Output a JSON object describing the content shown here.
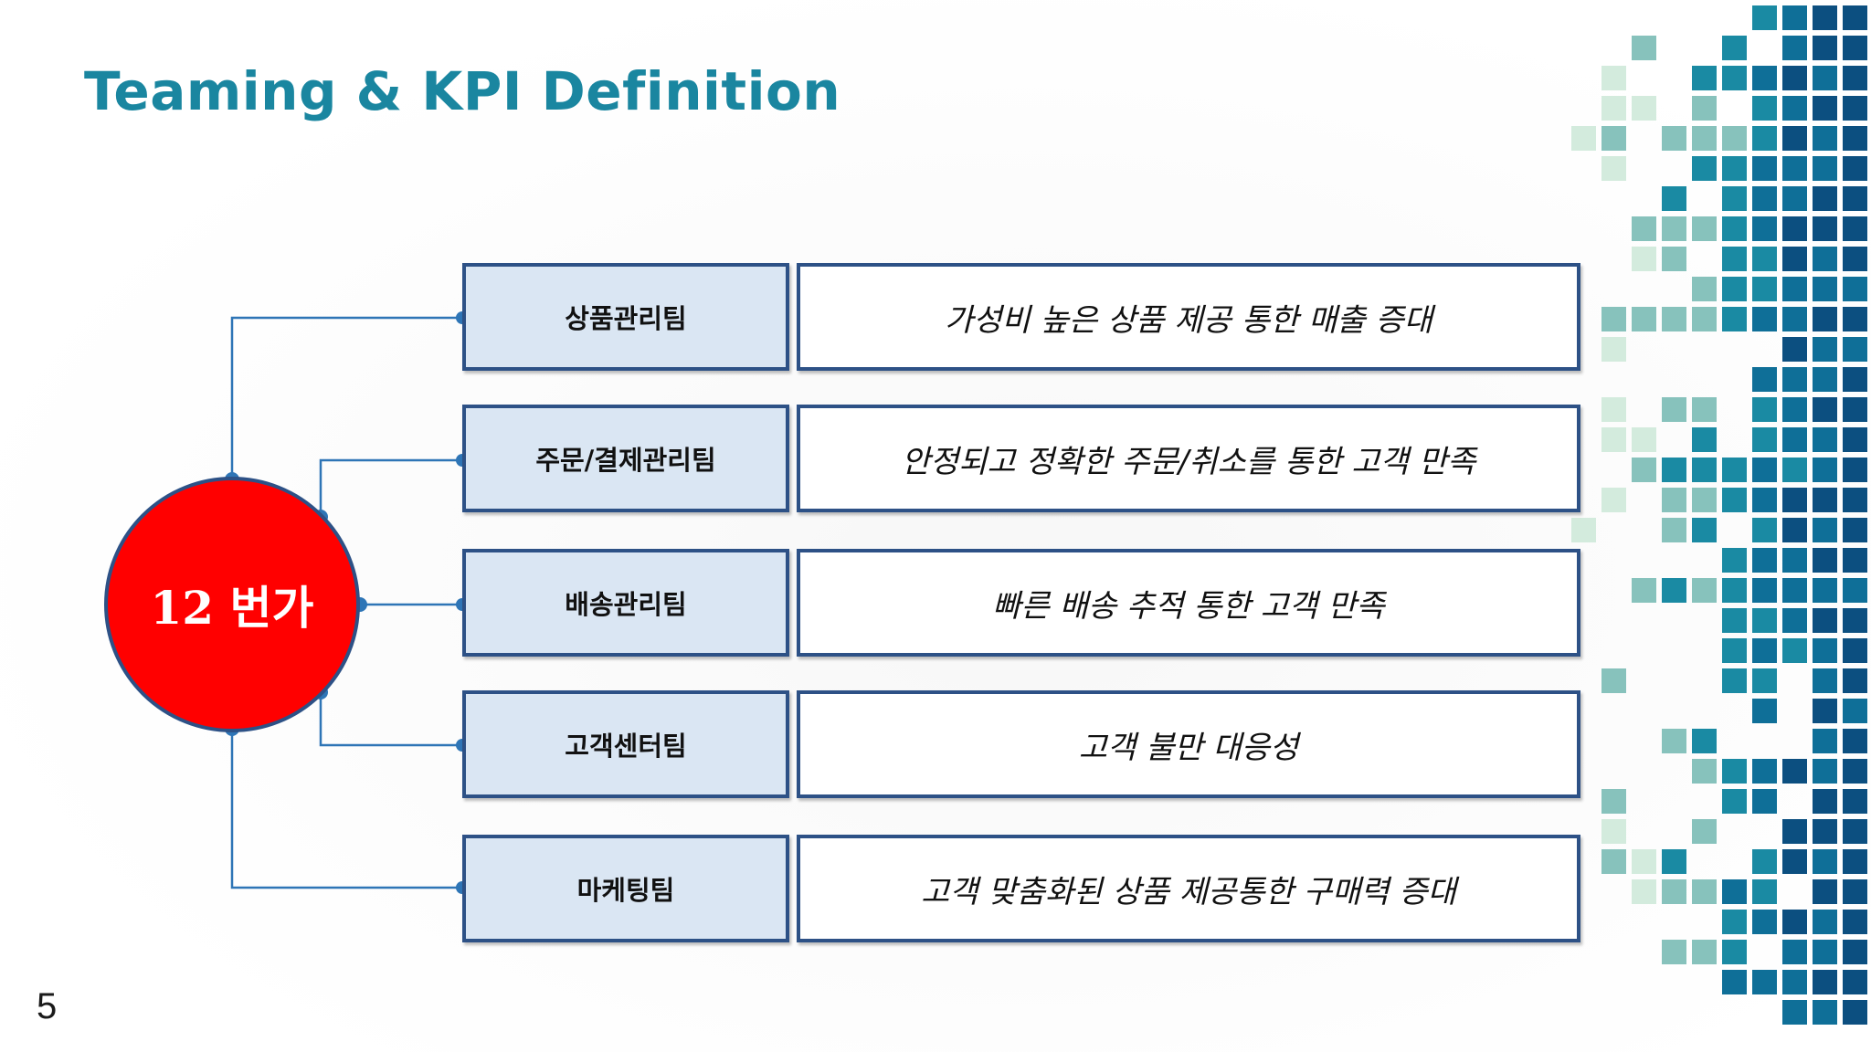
{
  "slide": {
    "title": "Teaming & KPI Definition",
    "page_number": "5"
  },
  "hub": {
    "label": "12 번가"
  },
  "teams": [
    {
      "name": "상품관리팀",
      "kpi": "가성비 높은 상품 제공 통한 매출 증대"
    },
    {
      "name": "주문/결제관리팀",
      "kpi": "안정되고 정확한 주문/취소를 통한 고객 만족"
    },
    {
      "name": "배송관리팀",
      "kpi": "빠른 배송 추적 통한 고객 만족"
    },
    {
      "name": "고객센터팀",
      "kpi": "고객 불만 대응성"
    },
    {
      "name": "마케팅팀",
      "kpi": "고객 맞춤화된 상품 제공통한 구매력 증대"
    }
  ],
  "colors": {
    "title": "#1a86a0",
    "hub_fill": "#ff0000",
    "outline": "#2d5186",
    "team_box_fill": "#dae6f3",
    "connector": "#2e75b6",
    "mosaic": [
      "#d3ebdd",
      "#87c2bc",
      "#1a8aa3",
      "#0f6f98",
      "#0c4f80"
    ]
  }
}
